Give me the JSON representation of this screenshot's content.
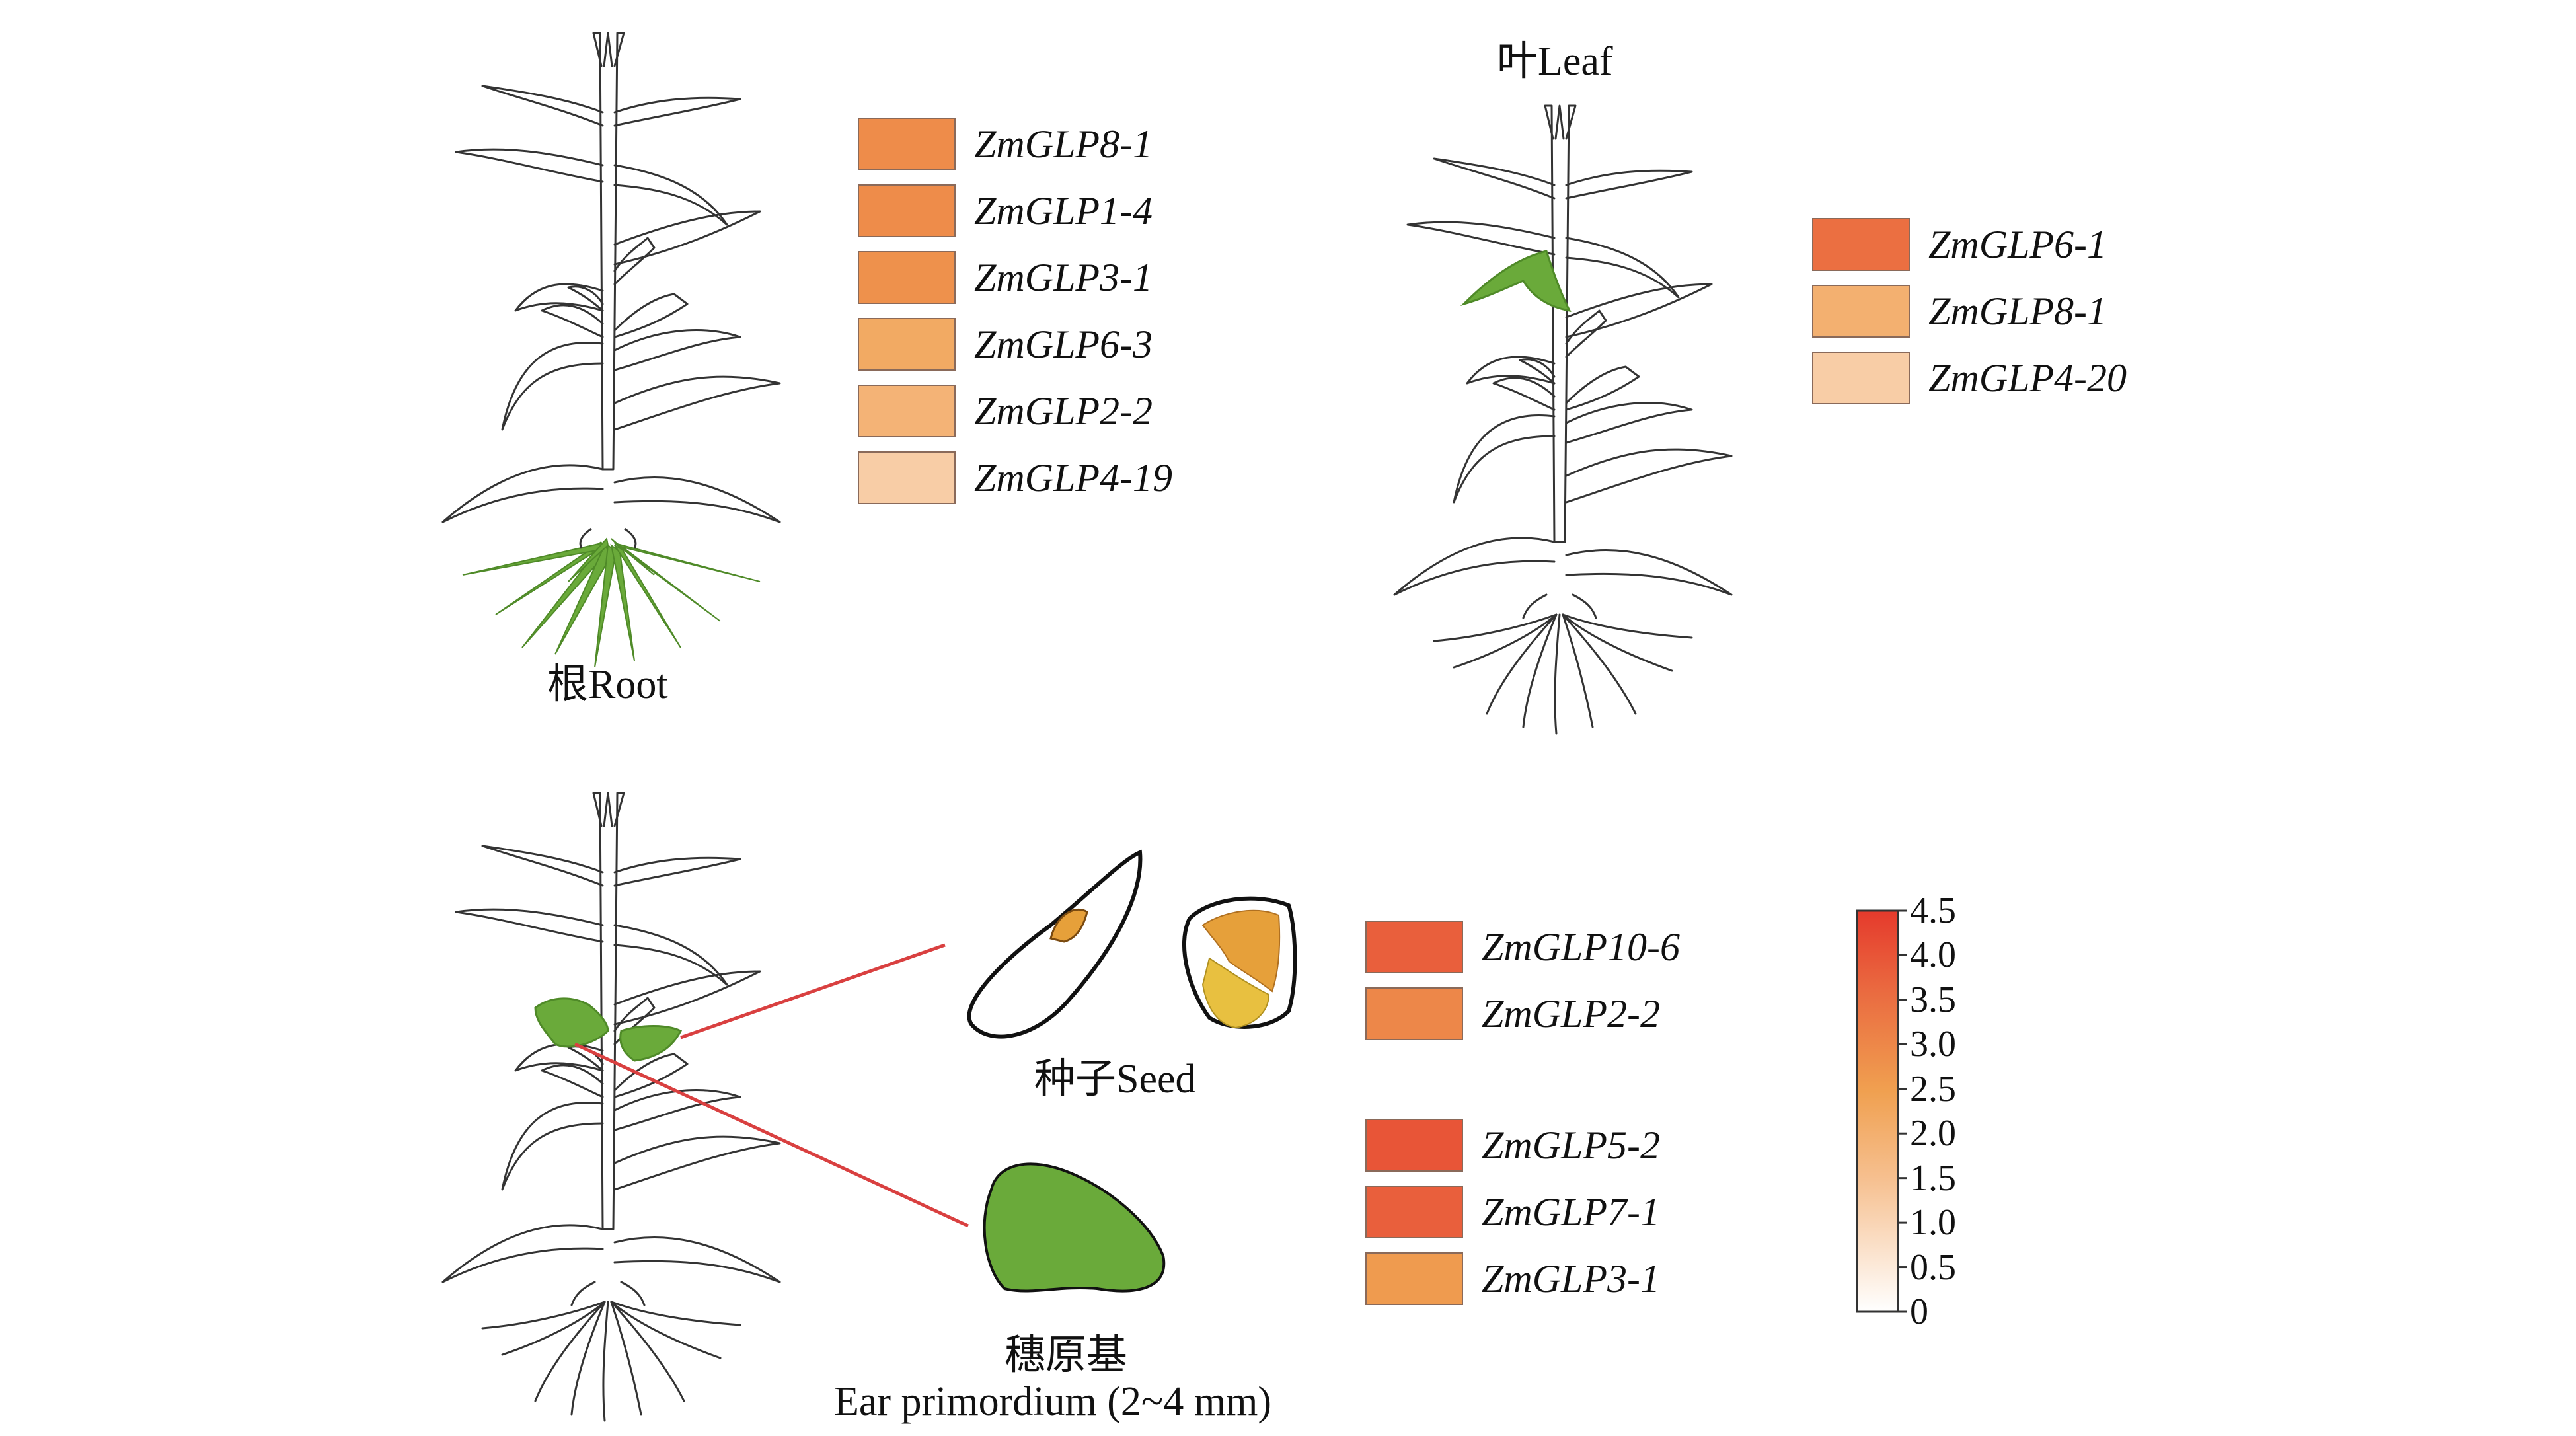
{
  "panels": {
    "root": {
      "title": "根Root"
    },
    "leaf": {
      "title": "叶Leaf"
    },
    "seed": {
      "title": "种子Seed"
    },
    "ear": {
      "title_cn": "穗原基",
      "title_en": "Ear primordium (2~4 mm)"
    }
  },
  "legends": {
    "root": [
      {
        "gene": "ZmGLP8-1",
        "value": 2.9
      },
      {
        "gene": "ZmGLP1-4",
        "value": 2.9
      },
      {
        "gene": "ZmGLP3-1",
        "value": 2.8
      },
      {
        "gene": "ZmGLP6-3",
        "value": 2.2
      },
      {
        "gene": "ZmGLP2-2",
        "value": 1.9
      },
      {
        "gene": "ZmGLP4-19",
        "value": 1.2
      }
    ],
    "leaf": [
      {
        "gene": "ZmGLP6-1",
        "value": 3.5
      },
      {
        "gene": "ZmGLP8-1",
        "value": 2.0
      },
      {
        "gene": "ZmGLP4-20",
        "value": 1.2
      }
    ],
    "seed": [
      {
        "gene": "ZmGLP10-6",
        "value": 3.8
      },
      {
        "gene": "ZmGLP2-2",
        "value": 3.0
      }
    ],
    "ear": [
      {
        "gene": "ZmGLP5-2",
        "value": 4.0
      },
      {
        "gene": "ZmGLP7-1",
        "value": 3.8
      },
      {
        "gene": "ZmGLP3-1",
        "value": 2.6
      }
    ]
  },
  "colorbar": {
    "min": 0,
    "max": 4.5,
    "ticks": [
      "4.5",
      "4.0",
      "3.5",
      "3.0",
      "2.5",
      "2.0",
      "1.5",
      "1.0",
      "0.5",
      "0"
    ],
    "colors": {
      "high": "#e53a2c",
      "mid": "#f0a050",
      "low": "#ffffff"
    }
  },
  "colors": {
    "tissue_green": "#6aaa3a",
    "seed_orange": "#e6a03a",
    "seed_yellow": "#e8c040",
    "connector": "#d94040"
  }
}
